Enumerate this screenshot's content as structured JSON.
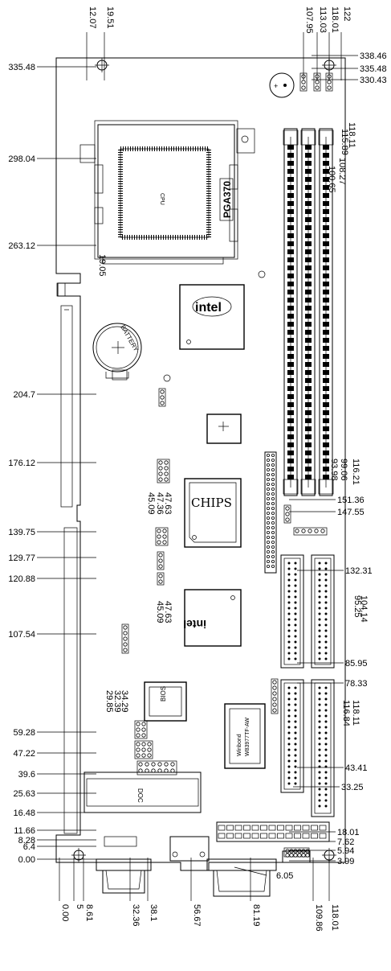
{
  "labels": {
    "cpu": "CPU",
    "socket": "PGA370",
    "battery": "BATTERY",
    "chips": "CHIPS",
    "intel": "intel",
    "bios": "BIOS",
    "doc": "DOC",
    "winbond_1": "Winbond",
    "winbond_2": "W83977TF-AW"
  },
  "dims": {
    "left": [
      "335.48",
      "298.04",
      "263.12",
      "204.7",
      "176.12",
      "139.75",
      "129.77",
      "120.88",
      "107.54",
      "59.28",
      "47.22",
      "39.6",
      "25.63",
      "16.48",
      "11.66",
      "8.28",
      "6.4",
      "0.00"
    ],
    "top": [
      "12.07",
      "19.51",
      "107.95",
      "113.03",
      "118.01",
      "122"
    ],
    "right": [
      "338.46",
      "335.48",
      "330.43",
      "118.11",
      "115.89",
      "108.27",
      "100.65",
      "116.21",
      "99.06",
      "93.98",
      "151.36",
      "147.55",
      "132.31",
      "104.14",
      "95.25",
      "85.95",
      "78.33",
      "118.11",
      "116.84",
      "43.41",
      "33.25",
      "18.01",
      "7.62",
      "5.94",
      "3.99"
    ],
    "mid": [
      "19.05",
      "47.63",
      "47.36",
      "45.09",
      "47.63",
      "45.09",
      "34.29",
      "32.39",
      "29.85",
      "6.05"
    ],
    "bottom": [
      "0.00",
      "5",
      "8.61",
      "32.36",
      "38.1",
      "56.67",
      "81.19",
      "109.86",
      "118.01"
    ]
  }
}
